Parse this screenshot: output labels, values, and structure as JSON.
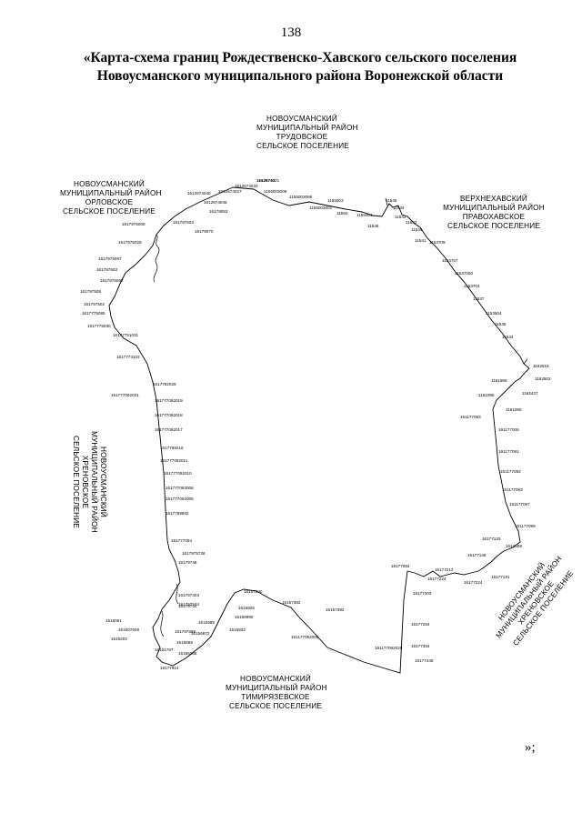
{
  "page_number": "138",
  "title": {
    "line1": "«Карта-схема границ Рождественско-Хавского сельского поселения",
    "line2": "Новоусманского муниципального района Воронежской области"
  },
  "regions": {
    "north": [
      "НОВОУСМАНСКИЙ",
      "МУНИЦИПАЛЬНЫЙ РАЙОН",
      "ТРУДОВСКОЕ",
      "СЕЛЬСКОЕ ПОСЕЛЕНИЕ"
    ],
    "northwest": [
      "НОВОУСМАНСКИЙ",
      "МУНИЦИПАЛЬНЫЙ РАЙОН",
      "ОРЛОВСКОЕ",
      "СЕЛЬСКОЕ ПОСЕЛЕНИЕ"
    ],
    "east": [
      "ВЕРХНЕХАВСКИЙ",
      "МУНИЦИПАЛЬНЫЙ РАЙОН",
      "ПРАВОХАВСКОЕ",
      "СЕЛЬСКОЕ ПОСЕЛЕНИЕ"
    ],
    "west": [
      "НОВОУСМАНСКИЙ",
      "МУНИЦИПАЛЬНЫЙ РАЙОН",
      "ХРЕНОВСКОЕ",
      "СЕЛЬСКОЕ ПОСЕЛЕНИЕ"
    ],
    "southeast": [
      "НОВОУСМАНСКИЙ",
      "МУНИЦИПАЛЬНЫЙ РАЙОН",
      "ХРЕНОВСКОЕ",
      "СЕЛЬСКОЕ ПОСЕЛЕНИЕ"
    ],
    "south": [
      "НОВОУСМАНСКИЙ",
      "МУНИЦИПАЛЬНЫЙ РАЙОН",
      "ТИМИРЯЗЕВСКОЕ",
      "СЕЛЬСКОЕ ПОСЕЛЕНИЕ"
    ]
  },
  "closing_mark": "»;",
  "boundary_points": [
    "1162674021",
    "1155003009",
    "1155003066",
    "1155003001",
    "1155003",
    "11550",
    "1155001",
    "11548",
    "11545",
    "11544",
    "11543",
    "11542",
    "11546",
    "11541",
    "1153709",
    "1153767",
    "11537050",
    "1153704",
    "11537",
    "1153504",
    "11535",
    "11534",
    "1162515",
    "1162502",
    "1161968",
    "1162437",
    "1161096",
    "1161085",
    "161177083",
    "161177006",
    "161177091",
    "161177092",
    "161177093",
    "161177097",
    "161177099",
    "16177133",
    "1612508",
    "16177145",
    "16177191",
    "16177212",
    "16177224",
    "16177084",
    "16177224",
    "16177303",
    "16177254",
    "16177354",
    "16177449",
    "161177092029",
    "161177092005",
    "16157392",
    "16157382",
    "16157230",
    "1615825",
    "16158990",
    "1615932",
    "1615989",
    "16156872",
    "1616669",
    "16166285",
    "16177914",
    "16161787",
    "161607609",
    "1616202",
    "1616051",
    "161797598",
    "161797544",
    "161797403",
    "16179744",
    "16179748",
    "1617975736",
    "161777094",
    "1617789902",
    "161777092005",
    "161777093006",
    "161777092010",
    "161777092011",
    "1617789216",
    "161777092017",
    "161777092018",
    "161777092019",
    "1617792029",
    "161777092021",
    "1617773103",
    "16177751031",
    "1617775030",
    "1617775085",
    "161797502",
    "161797505",
    "1617975067",
    "161797503",
    "1617975057",
    "1617975029",
    "1617975009",
    "161797503",
    "16179070",
    "16179053",
    "1612674046",
    "1612674040",
    "1612674027",
    "1612674033",
    "16126743"
  ]
}
